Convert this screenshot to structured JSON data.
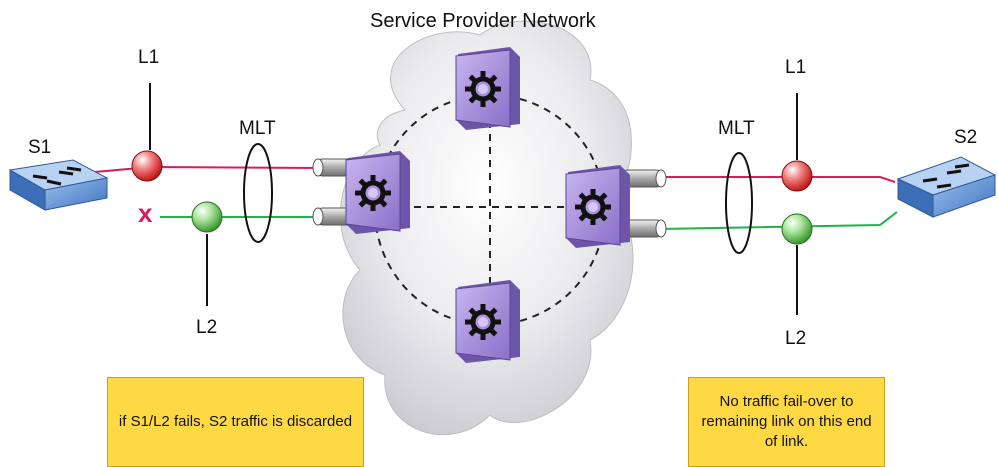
{
  "diagram": {
    "title": "Service Provider Network",
    "left": {
      "switch_label": "S1",
      "link1_label": "L1",
      "link2_label": "L2",
      "mlt_label": "MLT",
      "fail_mark": "x",
      "note": "if S1/L2 fails, S2 traffic is discarded"
    },
    "right": {
      "switch_label": "S2",
      "link1_label": "L1",
      "link2_label": "L2",
      "mlt_label": "MLT",
      "note": "No traffic fail-over to remaining link on this end of link."
    },
    "colors": {
      "link1": "#d81b60",
      "link2": "#1fb34a",
      "switch_fill": "#5b8fd6",
      "router_fill": "#a78fdb",
      "note_fill": "#ffd944",
      "cloud": "#e3e3e6"
    },
    "icons": [
      "switch-icon",
      "router-gear-icon",
      "link-node-icon",
      "fail-x-icon",
      "cloud-icon"
    ]
  }
}
